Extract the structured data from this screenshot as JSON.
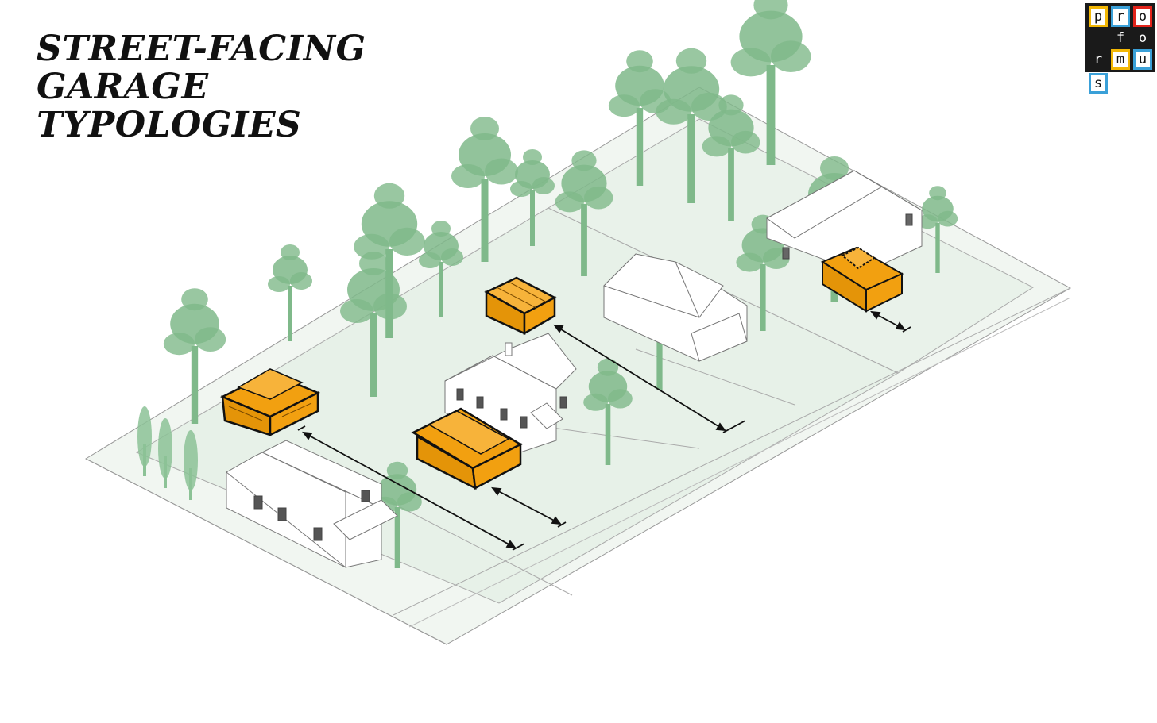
{
  "title": {
    "lines": [
      "STREET-FACING",
      "GARAGE",
      "TYPOLOGIES"
    ]
  },
  "logo": {
    "cells": [
      {
        "char": "p",
        "style": "boxed",
        "border": "#f2b705"
      },
      {
        "char": "r",
        "style": "boxed",
        "border": "#3aa0d8"
      },
      {
        "char": "o",
        "style": "boxed",
        "border": "#e2231a"
      },
      {
        "char": "",
        "style": "plain",
        "border": ""
      },
      {
        "char": "f",
        "style": "plain",
        "border": ""
      },
      {
        "char": "o",
        "style": "plain",
        "border": ""
      },
      {
        "char": "r",
        "style": "plain",
        "border": ""
      },
      {
        "char": "m",
        "style": "boxed",
        "border": "#f2b705"
      },
      {
        "char": "u",
        "style": "boxed",
        "border": "#3aa0d8"
      },
      {
        "char": "s",
        "style": "boxed",
        "border": "#3aa0d8"
      }
    ]
  },
  "colors": {
    "garage_fill": "#f2a010",
    "garage_stroke": "#111111",
    "tree": "#7fb98a",
    "lot_fill": "#e9f2ea",
    "house_stroke": "#777777"
  },
  "diagram": {
    "garages": [
      "garage-1",
      "garage-2",
      "garage-3",
      "garage-4"
    ],
    "houses": [
      "house-1",
      "house-2",
      "house-3",
      "house-4"
    ]
  }
}
